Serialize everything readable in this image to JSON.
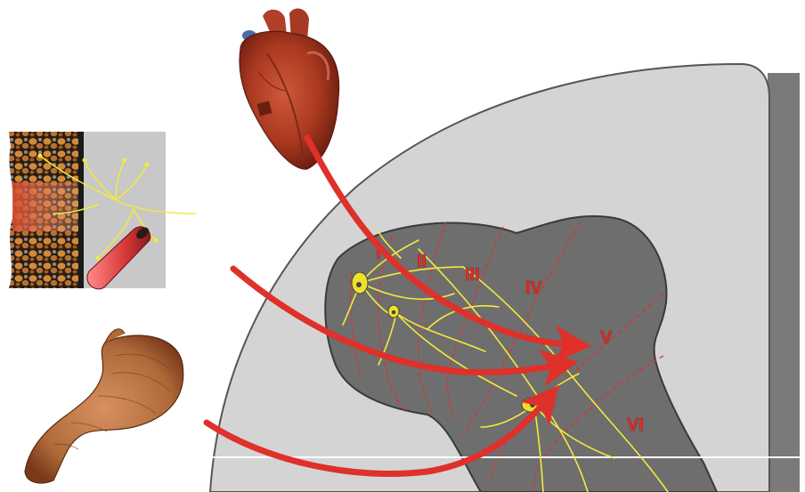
{
  "laminae": {
    "l1": "I",
    "l2": "II",
    "l3": "III",
    "l4": "IV",
    "l5": "V",
    "l6": "VI"
  },
  "colors": {
    "background": "#ffffff",
    "cord_white_matter": "#d4d4d4",
    "cord_edge_shadow": "#7a7a7a",
    "gray_matter": "#6e6e6e",
    "lamina_boundaries": "#e0302a",
    "arrows": "#e0302a",
    "neurons": "#f0e02a",
    "fibers": "#f3ea3c",
    "heart": "#a8381f",
    "stomach": "#b87040",
    "skin_tissue": "#3a2a1a",
    "blood_vessel": "#d84040"
  },
  "icons": {
    "heart": "heart-illustration",
    "stomach": "stomach-illustration",
    "skin": "skin-tissue-illustration",
    "vessel": "blood-vessel-illustration"
  }
}
